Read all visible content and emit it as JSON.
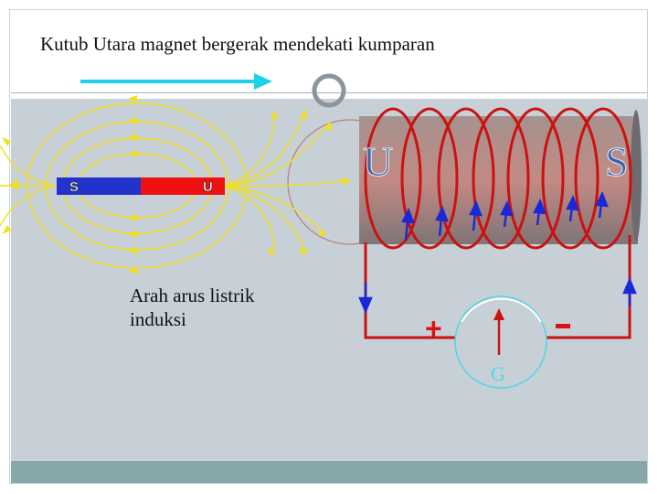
{
  "slide": {
    "title": "Kutub Utara magnet bergerak mendekati kumparan",
    "induced_label_line1": "Arah arus listrik",
    "induced_label_line2": "induksi"
  },
  "magnet": {
    "south_label": "S",
    "north_label": "U",
    "south_color": "#2233cc",
    "north_color": "#ee1111",
    "field_line_color": "#f2e11a"
  },
  "coil": {
    "left_pole_label": "U",
    "right_pole_label": "S",
    "wire_color": "#cc1111",
    "pole_label_color": "#3d62a6",
    "current_arrow_color": "#1a28d8"
  },
  "galvanometer": {
    "label": "G",
    "plus_label": "+",
    "minus_label": "-",
    "dial_color": "#4fd6ea"
  },
  "motion_arrow_color": "#1ed0ea",
  "colors": {
    "stage": "#c7d0d6",
    "bottom_band": "#88a7aa"
  }
}
